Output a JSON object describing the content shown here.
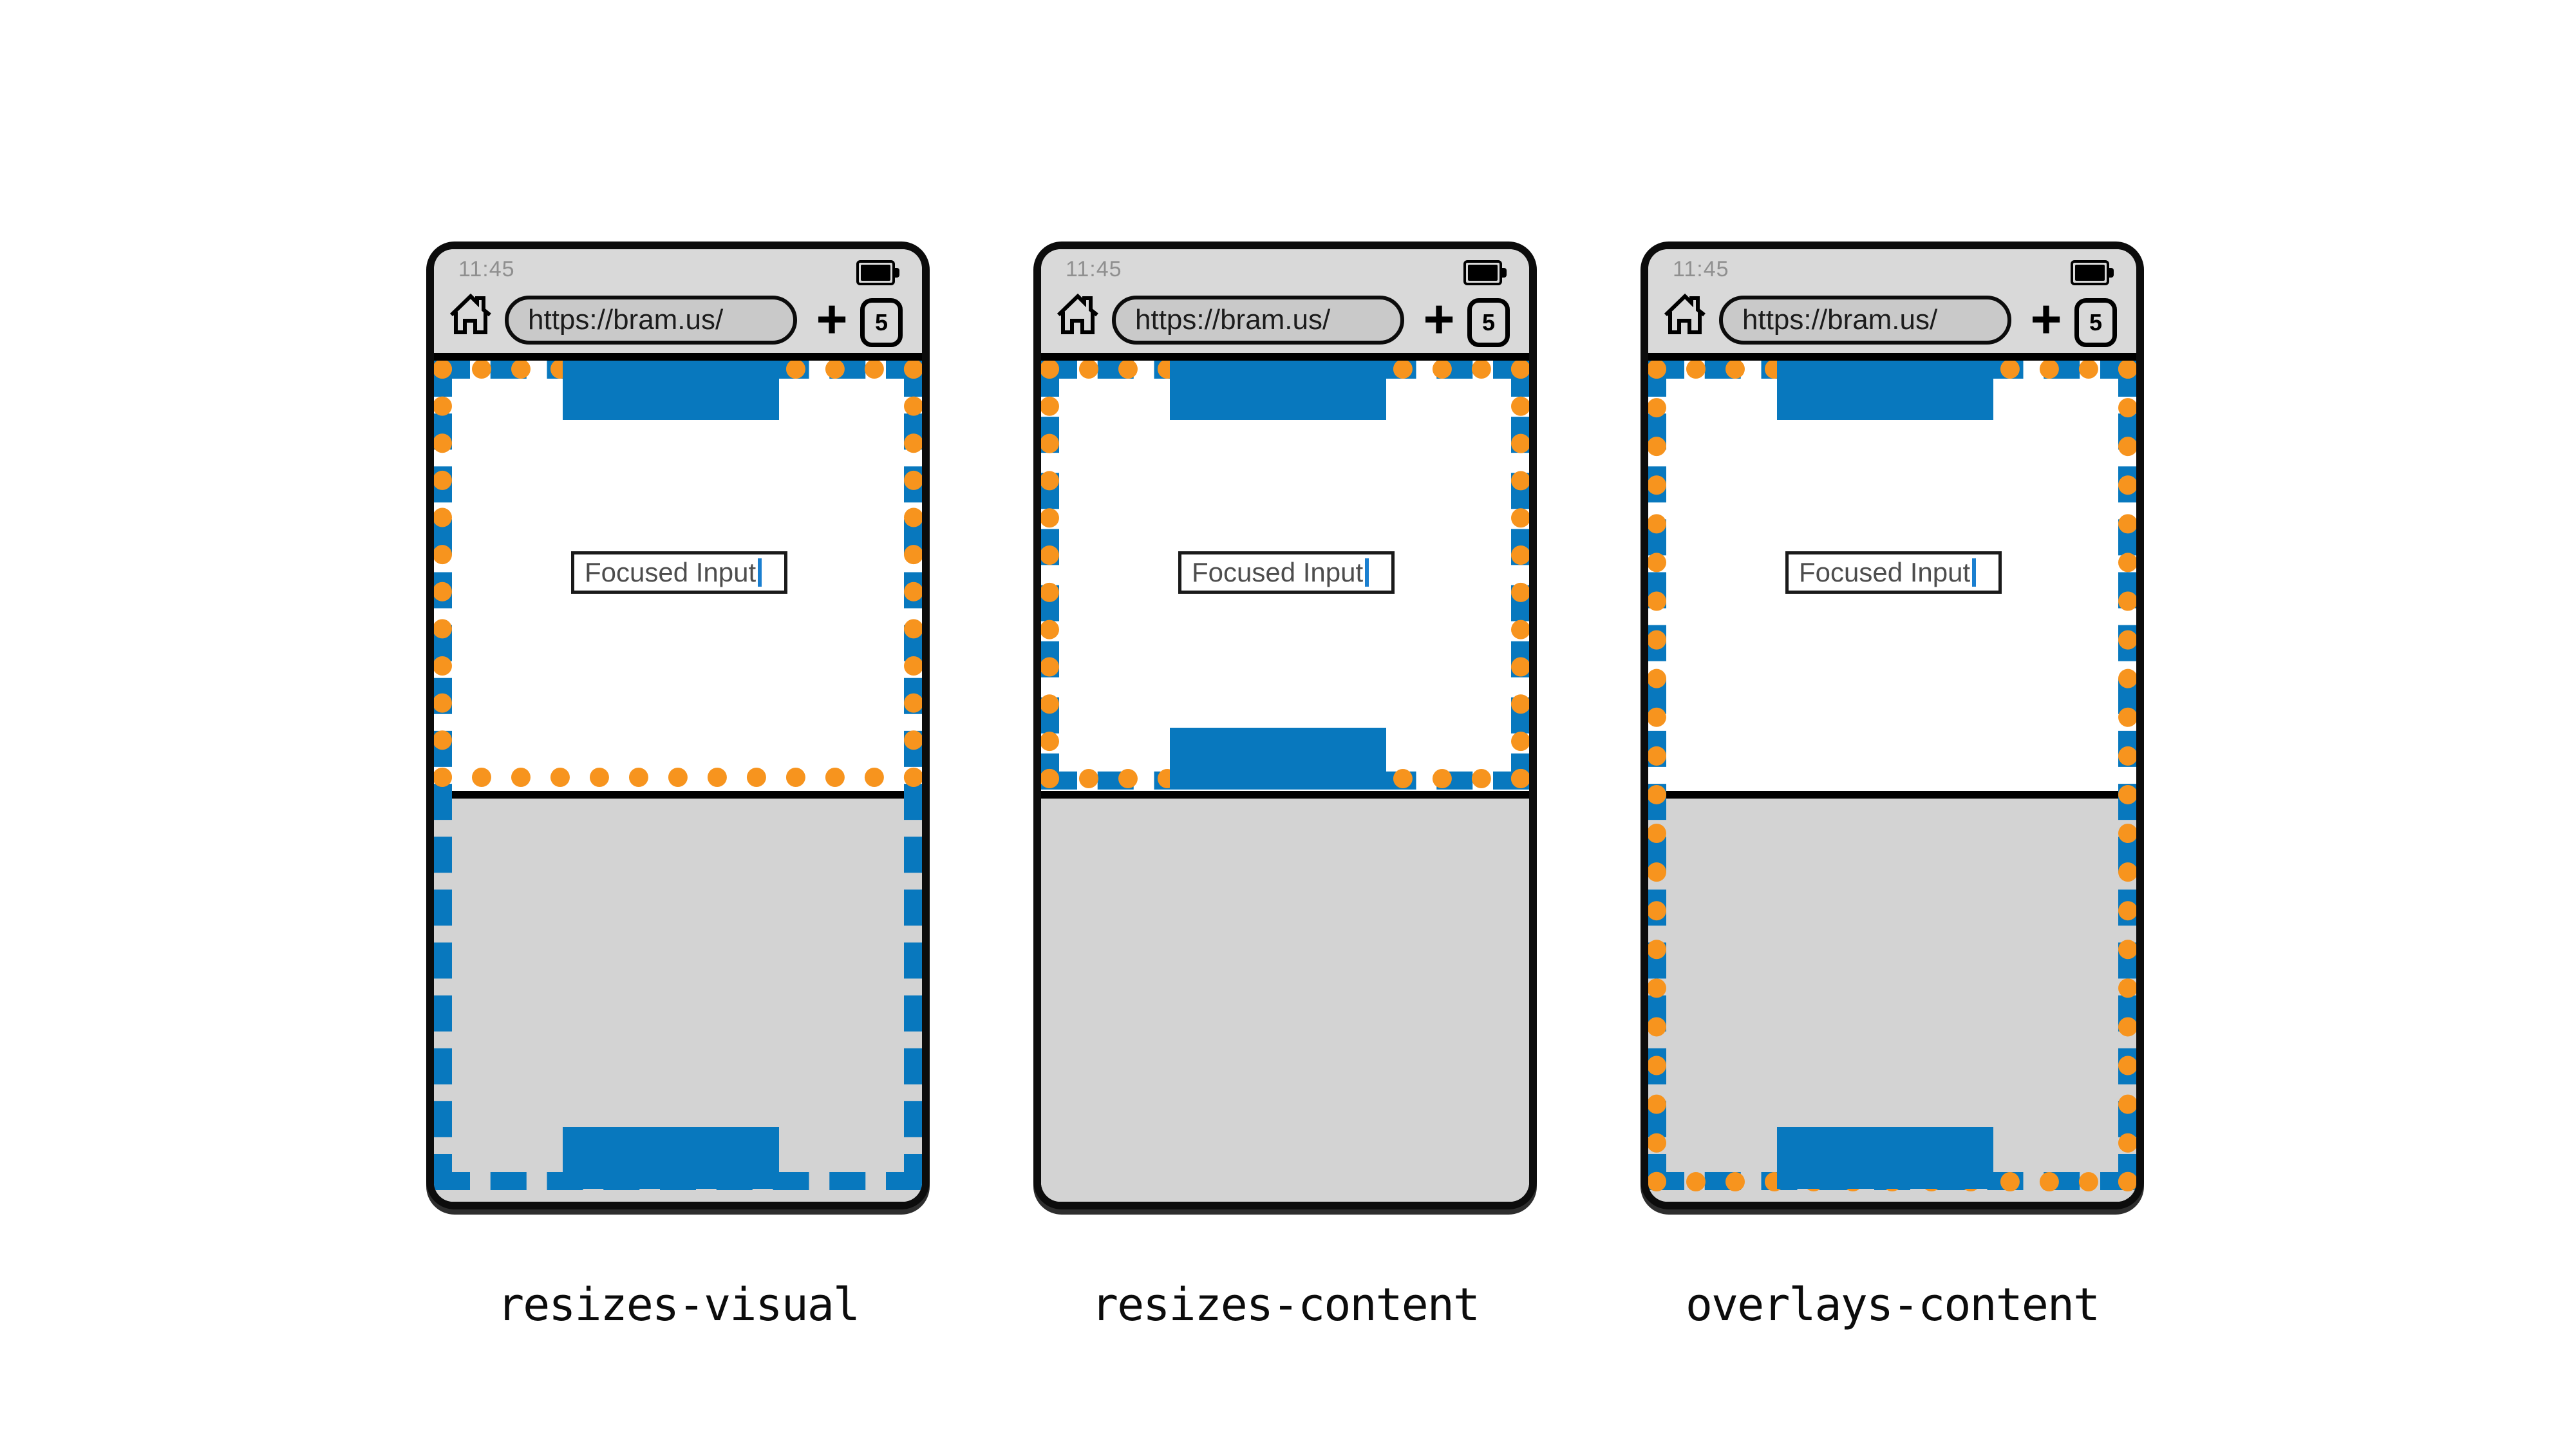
{
  "colors": {
    "blue_fixed_elements": "#0878be",
    "orange_visual_viewport": "#f7941e",
    "chrome_gray": "#d9d9d9",
    "url_pill_gray": "#c9c9c9",
    "keyboard_gray": "#d3d3d3",
    "frame_black": "#0c0c0c",
    "time_gray": "#8f8f8f",
    "input_text_gray": "#4d4d4d",
    "caret_blue": "#1a7fd0"
  },
  "chrome": {
    "time": "11:45",
    "url": "https://bram.us/",
    "new_tab_label": "+",
    "tab_count": "5"
  },
  "page": {
    "input_value": "Focused Input"
  },
  "phones": [
    {
      "label": "resizes-visual",
      "layout_viewport": "full-height",
      "visual_viewport": "above-keyboard",
      "fixed_footer": "behind-keyboard"
    },
    {
      "label": "resizes-content",
      "layout_viewport": "above-keyboard",
      "visual_viewport": "above-keyboard",
      "fixed_footer": "above-keyboard"
    },
    {
      "label": "overlays-content",
      "layout_viewport": "full-height",
      "visual_viewport": "full-height",
      "fixed_footer": "behind-keyboard"
    }
  ]
}
